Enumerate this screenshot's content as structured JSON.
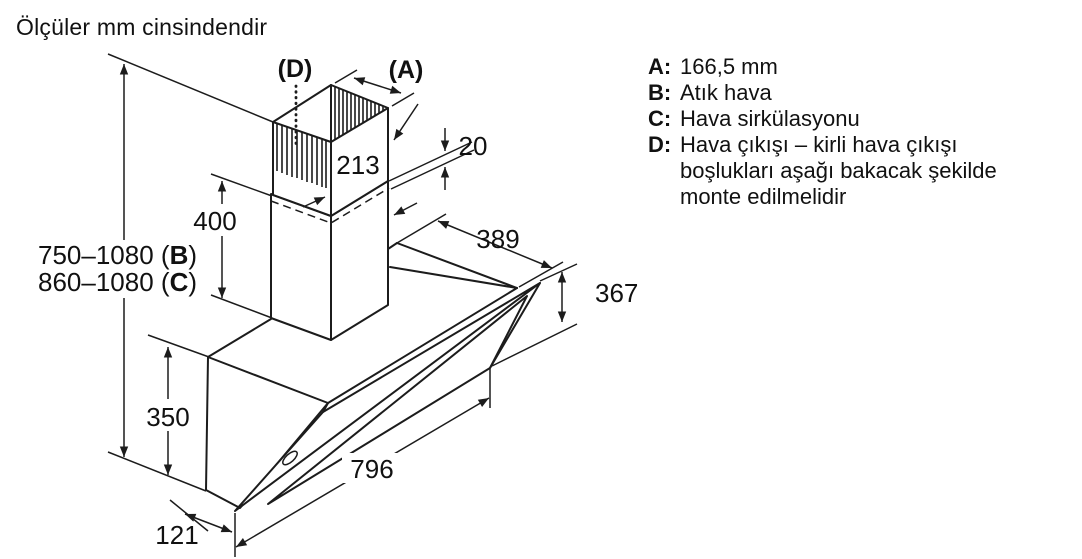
{
  "title": "Ölçüler mm cinsindendir",
  "drawing": {
    "labels": {
      "a": "(A)",
      "d": "(D)"
    },
    "dims": {
      "duct_width": "213",
      "joint_gap": "20",
      "duct_height": "400",
      "top_depth": "389",
      "front_height": "367",
      "body_height": "350",
      "width": "796",
      "bottom_depth": "121",
      "height_exhaust_prefix": "750–1080 (",
      "height_exhaust_letter": "B",
      "height_recirc_prefix": "860–1080 (",
      "height_recirc_letter": "C",
      "paren_close": ")"
    }
  },
  "legend": {
    "items": [
      {
        "key": "A:",
        "lines": [
          "166,5 mm"
        ]
      },
      {
        "key": "B:",
        "lines": [
          "Atık hava"
        ]
      },
      {
        "key": "C:",
        "lines": [
          "Hava sirkülasyonu"
        ]
      },
      {
        "key": "D:",
        "lines": [
          "Hava çıkışı – kirli hava çıkışı",
          "boşlukları aşağı bakacak şekilde",
          "monte edilmelidir"
        ]
      }
    ]
  },
  "colors": {
    "line": "#1c1c1c",
    "background": "#ffffff"
  }
}
